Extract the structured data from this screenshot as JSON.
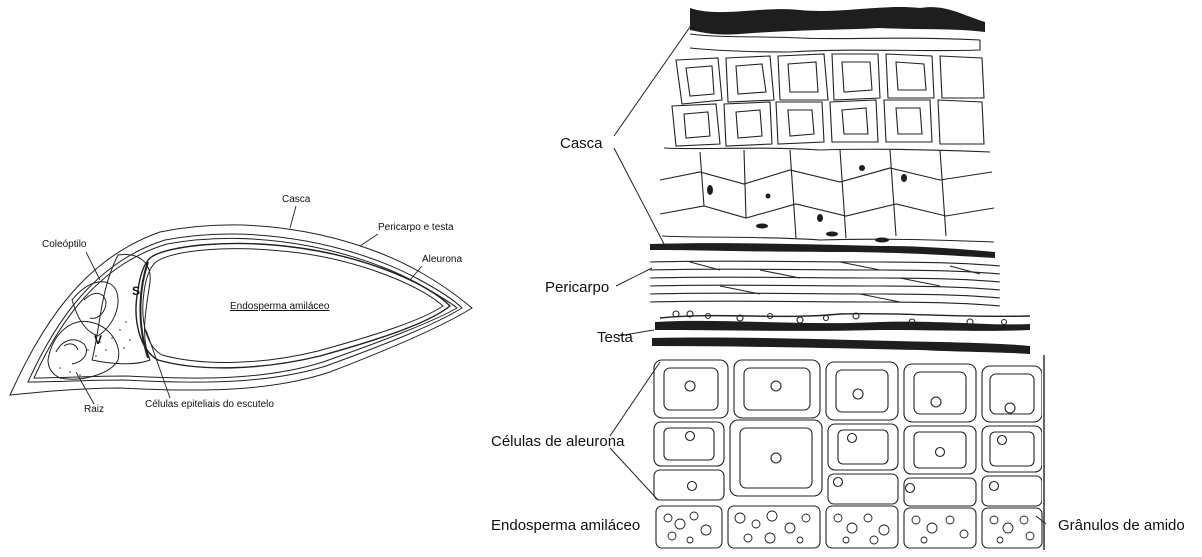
{
  "seed_section": {
    "labels": {
      "casca": "Casca",
      "pericarpo_testa": "Pericarpo e testa",
      "aleurona": "Aleurona",
      "coleoptilo": "Coleóptilo",
      "endosperma": "Endosperma amiláceo",
      "s": "S",
      "v": "V",
      "raiz": "Raiz",
      "celulas_epiteliais": "Células epiteliais do escutelo"
    }
  },
  "tissue_section": {
    "labels": {
      "casca": "Casca",
      "pericarpo": "Pericarpo",
      "testa": "Testa",
      "celulas_aleurona": "Células de aleurona",
      "endosperma": "Endosperma amiláceo",
      "granulos": "Grânulos de amido"
    }
  }
}
